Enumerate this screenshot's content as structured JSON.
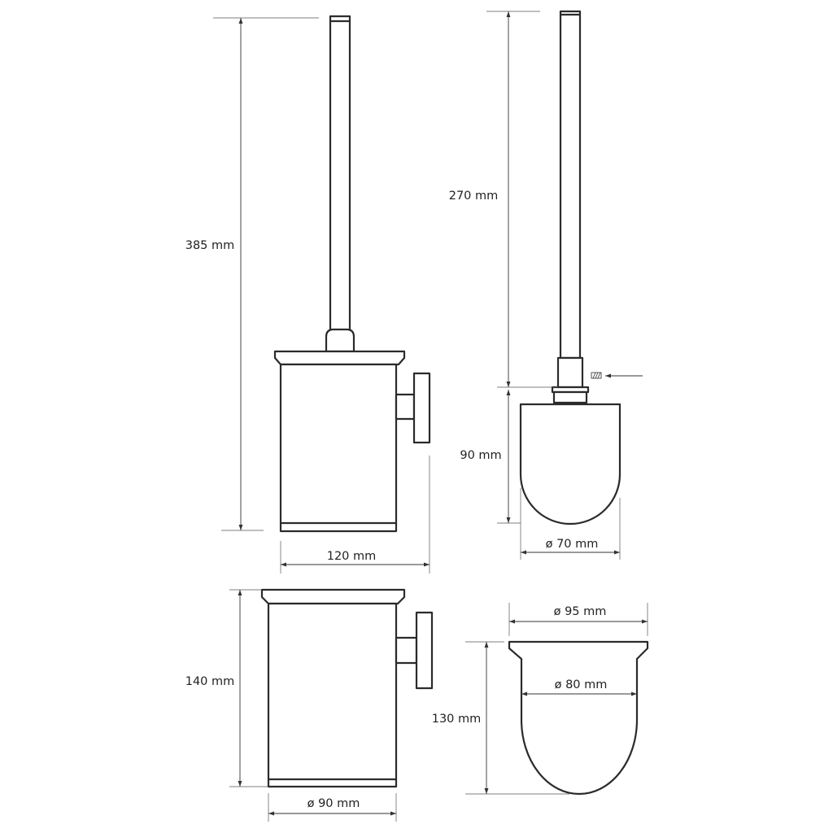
{
  "dimensions": {
    "total_height": "385 mm",
    "handle_length": "270 mm",
    "head_height": "90 mm",
    "head_diameter": "ø 70 mm",
    "depth": "120 mm",
    "container_height": "140 mm",
    "container_diameter": "ø 90 mm",
    "cup_outer_diameter": "ø 95 mm",
    "cup_inner_diameter": "ø 80 mm",
    "cup_height": "130 mm"
  },
  "colors": {
    "line": "#2b2b2b",
    "dimension": "#333333",
    "background": "#ffffff"
  },
  "icons": {
    "fixing_screw": "thread-hatch-icon"
  }
}
